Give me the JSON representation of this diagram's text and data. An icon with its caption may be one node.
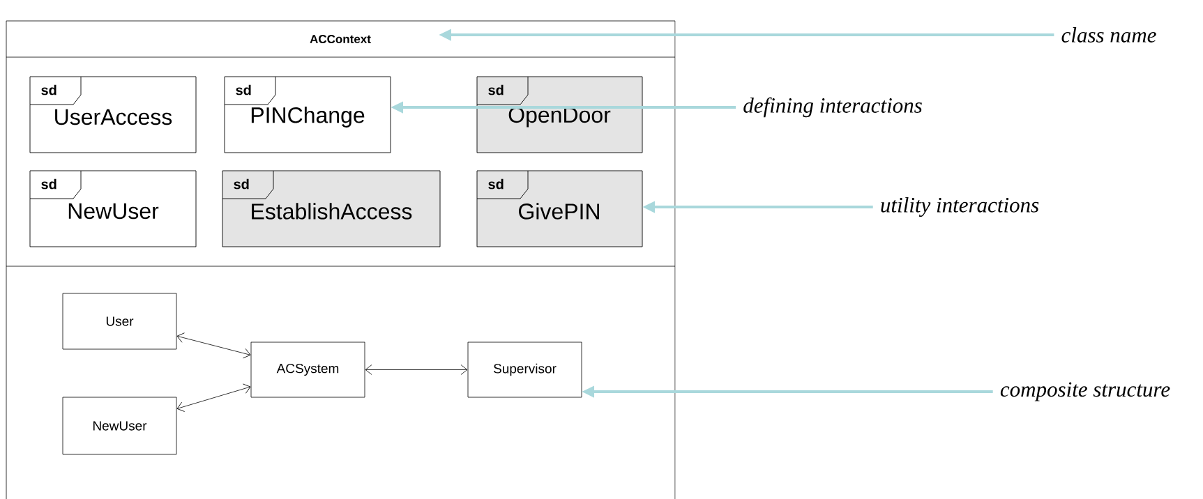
{
  "diagram": {
    "nodes": [
      {
        "text": [
          "ACContext"
        ]
      },
      {
        "text": [
          "sd",
          "UserAccess"
        ],
        "in": 0
      },
      {
        "text": [
          "sd",
          "PINChange"
        ],
        "in": 0
      },
      {
        "text": [
          "sd",
          "OpenDoor"
        ],
        "in": 0
      },
      {
        "text": [
          "sd",
          "NewUser"
        ],
        "in": 0
      },
      {
        "text": [
          "sd",
          "EstablishAccess"
        ],
        "in": 0
      },
      {
        "text": [
          "sd",
          "GivePIN"
        ],
        "in": 0
      },
      {
        "text": [
          "User"
        ],
        "in": 0
      },
      {
        "text": [
          "ACSystem"
        ],
        "in": 0
      },
      {
        "text": [
          "Supervisor"
        ],
        "in": 0
      },
      {
        "text": [
          "NewUser"
        ],
        "in": 0
      },
      {
        "text": [
          "class name"
        ]
      },
      {
        "text": [
          "defining interactions"
        ]
      },
      {
        "text": [
          "utility interactions"
        ]
      },
      {
        "text": [
          "composite structure"
        ]
      }
    ],
    "edges": [
      {
        "from": 7,
        "to": 8,
        "arrow": "both",
        "color": "#000000"
      },
      {
        "from": 10,
        "to": 8,
        "arrow": "both",
        "color": "#000000"
      },
      {
        "from": 8,
        "to": 9,
        "arrow": "both",
        "color": "#000000"
      },
      {
        "from": 11,
        "to": 0,
        "arrow": "to"
      },
      {
        "from": 12,
        "to": 2,
        "arrow": "to"
      },
      {
        "from": 13,
        "to": 6,
        "arrow": "to"
      },
      {
        "from": 14,
        "to": 9,
        "arrow": "to"
      }
    ]
  }
}
